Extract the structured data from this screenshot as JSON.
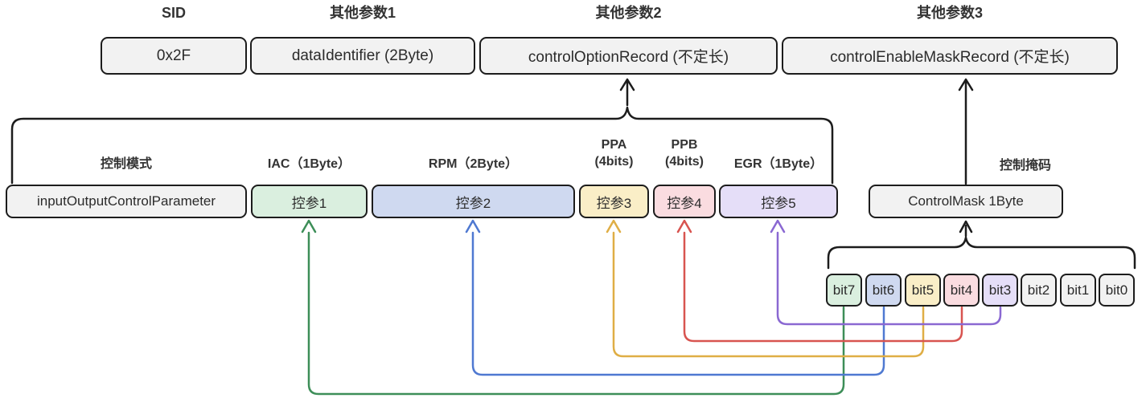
{
  "service_frame": {
    "fields": [
      {
        "label": "SID",
        "value": "0x2F"
      },
      {
        "label": "其他参数1",
        "value": "dataIdentifier (2Byte)"
      },
      {
        "label": "其他参数2",
        "value": "controlOptionRecord (不定长)"
      },
      {
        "label": "其他参数3",
        "value": "controlEnableMaskRecord (不定长)"
      }
    ]
  },
  "param_row": {
    "fields": [
      {
        "label": "控制模式",
        "value": "inputOutputControlParameter",
        "fill": "#f2f2f2"
      },
      {
        "label": "IAC（1Byte）",
        "value": "控参1",
        "fill": "#daefdf"
      },
      {
        "label": "RPM（2Byte）",
        "value": "控参2",
        "fill": "#cfd9f0"
      },
      {
        "label": "PPA",
        "label2": "(4bits)",
        "value": "控参3",
        "fill": "#faeec7"
      },
      {
        "label": "PPB",
        "label2": "(4bits)",
        "value": "控参4",
        "fill": "#fadce0"
      },
      {
        "label": "EGR（1Byte）",
        "value": "控参5",
        "fill": "#e5def8"
      }
    ]
  },
  "mask": {
    "label": "控制掩码",
    "value": "ControlMask 1Byte",
    "fill": "#f2f2f2"
  },
  "bits": {
    "items": [
      {
        "label": "bit7",
        "fill": "#daefdf"
      },
      {
        "label": "bit6",
        "fill": "#cfd9f0"
      },
      {
        "label": "bit5",
        "fill": "#faeec7"
      },
      {
        "label": "bit4",
        "fill": "#fadce0"
      },
      {
        "label": "bit3",
        "fill": "#e5def8"
      },
      {
        "label": "bit2",
        "fill": "#f2f2f2"
      },
      {
        "label": "bit1",
        "fill": "#f2f2f2"
      },
      {
        "label": "bit0",
        "fill": "#f2f2f2"
      }
    ]
  },
  "connectors": [
    {
      "name": "bit7-to-param1",
      "color": "#3d8e58"
    },
    {
      "name": "bit6-to-param2",
      "color": "#4f79d1"
    },
    {
      "name": "bit5-to-param3",
      "color": "#dfae45"
    },
    {
      "name": "bit4-to-param4",
      "color": "#d85450"
    },
    {
      "name": "bit3-to-param5",
      "color": "#8a68d2"
    }
  ],
  "colors": {
    "outline": "#1c1c1c",
    "box_gray": "#f2f2f2",
    "text": "#303030"
  }
}
